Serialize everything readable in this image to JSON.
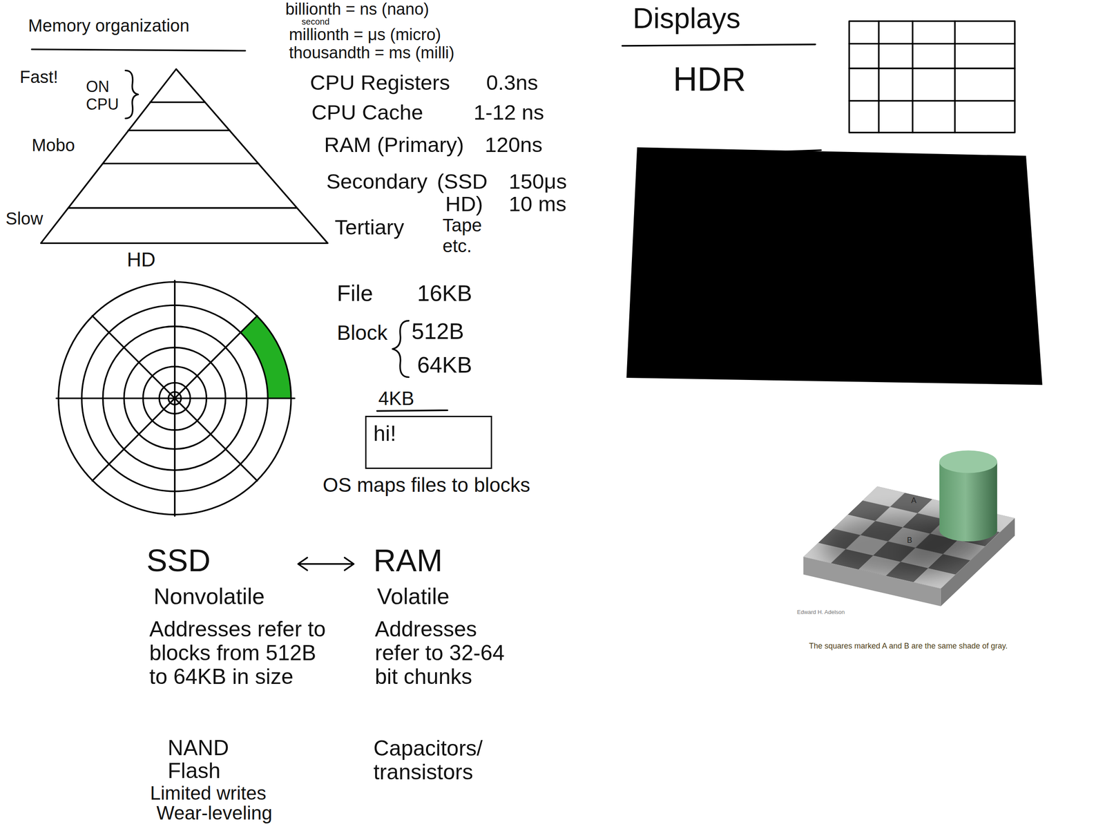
{
  "diagram": {
    "title": "Memory organization",
    "caption": "The squares marked A and B are the same shade of gray.",
    "nodes": [
      {
        "text": [
          "4KB",
          "hi!"
        ]
      }
    ],
    "labels": [
      "Displays",
      "billionth = ns (nano)",
      "second",
      "millionth = μs (micro)",
      "thousandth = ms (milli)",
      "Fast!",
      "ON CPU",
      "Mobo",
      "Slow",
      "HD",
      "CPU Registers",
      "0.3ns",
      "CPU Cache",
      "1-12 ns",
      "RAM (Primary)",
      "120ns",
      "Secondary",
      "(SSD",
      "150μs",
      "HD)",
      "10 ms",
      "Tertiary",
      "Tape etc.",
      "File",
      "16KB",
      "Block",
      "512B",
      "64KB",
      "OS maps files to blocks",
      "SSD",
      "RAM",
      "Nonvolatile",
      "Volatile",
      "Addresses refer to blocks from 512B to 64KB in size",
      "NAND Flash",
      "Limited writes",
      "Wear-leveling",
      "Addresses refer to 32-64 bit chunks",
      "Capacitors/ transistors",
      "HDR",
      "A",
      "B",
      "Edward H. Adelson"
    ]
  }
}
